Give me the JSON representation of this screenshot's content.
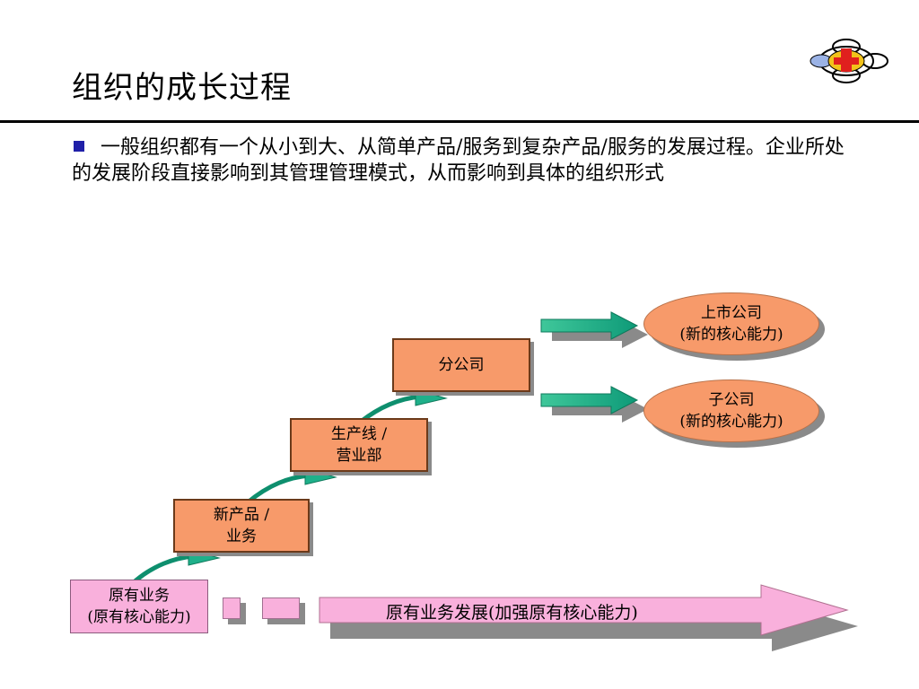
{
  "slide": {
    "title": "组织的成长过程",
    "bullet": "一般组织都有一个从小到大、从简单产品/服务到复杂产品/服务的发展过程。企业所处的发展阶段直接影响到其管理管理模式，从而影响到具体的组织形式"
  },
  "diagram": {
    "stages": [
      {
        "label": "原有业务\n(原有核心能力)"
      },
      {
        "label": "新产品 /\n业务"
      },
      {
        "label": "生产线 /\n营业部"
      },
      {
        "label": "分公司"
      }
    ],
    "outcomes": [
      {
        "label": "上市公司\n(新的核心能力)"
      },
      {
        "label": "子公司\n(新的核心能力)"
      }
    ],
    "baseline": {
      "main": "原有业务发展",
      "sub": "(加强原有核心能力)"
    }
  },
  "colors": {
    "box_fill": "#f79a6a",
    "pink_fill": "#f9b0dc",
    "arrow_green": "#1fb08a",
    "bullet_blue": "#2020a8"
  }
}
